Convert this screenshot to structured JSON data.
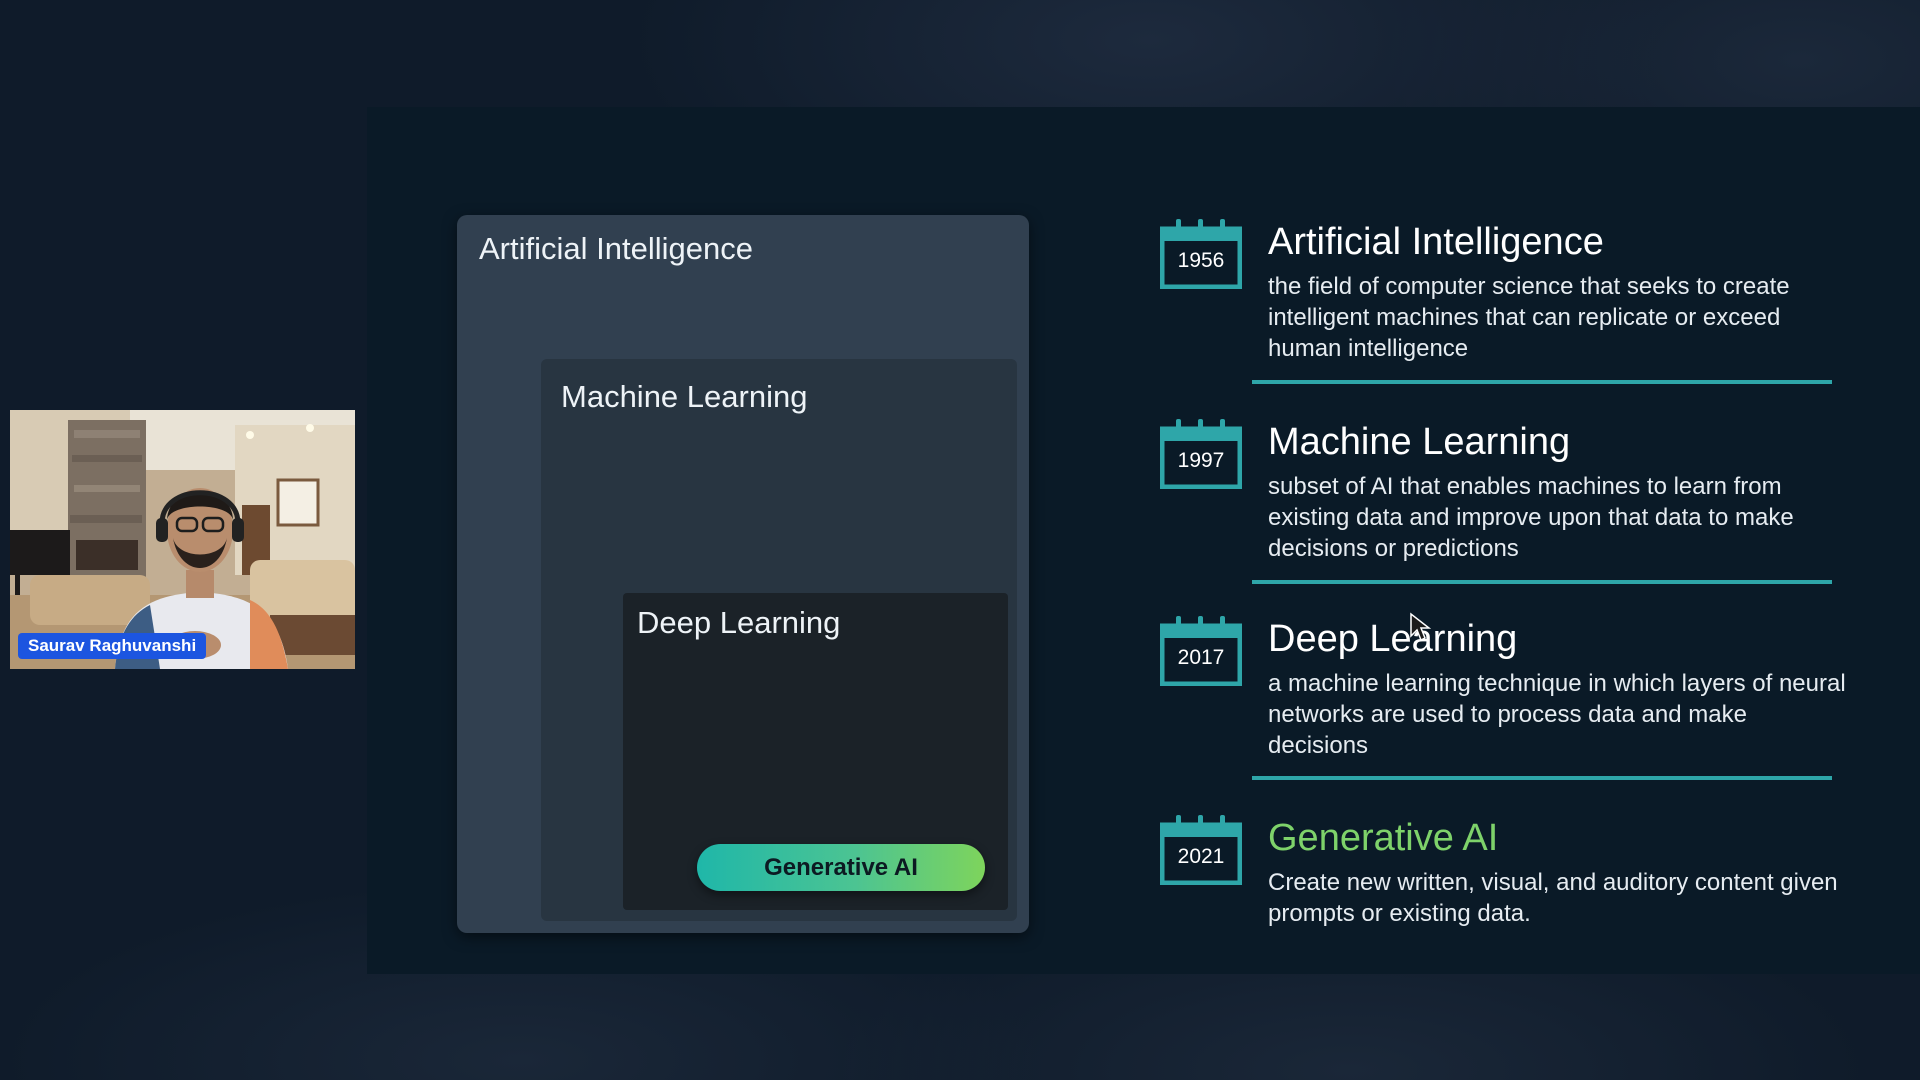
{
  "participant": {
    "name": "Saurav Raghuvanshi"
  },
  "diagram": {
    "outer_label": "Artificial Intelligence",
    "middle_label": "Machine Learning",
    "inner_label": "Deep Learning",
    "pill_label": "Generative AI"
  },
  "timeline": [
    {
      "year": "1956",
      "title": "Artificial Intelligence",
      "description": "the field of computer science that seeks to create intelligent machines that can replicate or exceed human intelligence"
    },
    {
      "year": "1997",
      "title": "Machine Learning",
      "description": "subset of AI that enables machines to learn from existing data and improve upon that data to make decisions or predictions"
    },
    {
      "year": "2017",
      "title": "Deep Learning",
      "description": "a machine learning technique in which layers of neural networks are used to process data and make decisions"
    },
    {
      "year": "2021",
      "title": "Generative AI",
      "description": "Create new written, visual, and auditory content given prompts or existing data."
    }
  ],
  "colors": {
    "accent_teal": "#2ea6a9",
    "accent_green": "#7ed26a",
    "name_tag_blue": "#1c55e0"
  },
  "icons": {
    "calendar": "calendar-icon",
    "cursor": "mouse-pointer-icon"
  }
}
